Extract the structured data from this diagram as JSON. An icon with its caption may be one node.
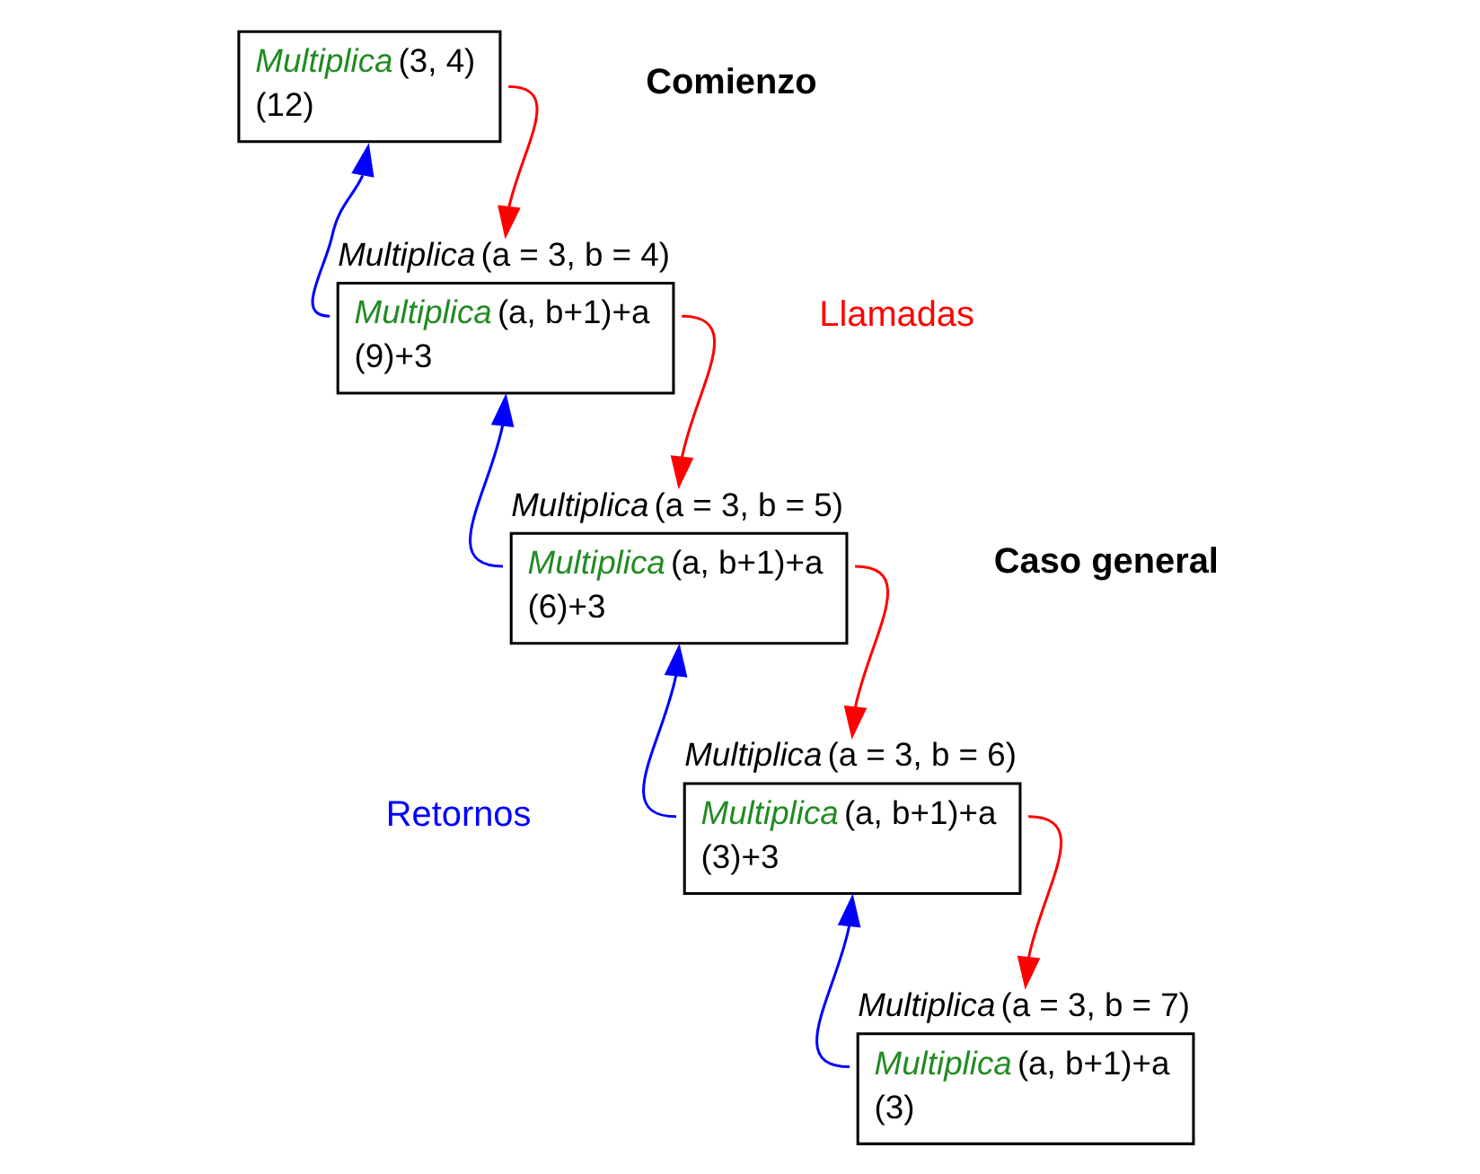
{
  "diagram": {
    "nodes": [
      {
        "text": [
          "*Multiplica* (3, 4)",
          "(12)"
        ]
      },
      {
        "text": [
          "*Multiplica* (a = 3, b = 4)",
          "*Multiplica* (a, b+1)+a",
          "(9)+3"
        ]
      },
      {
        "text": [
          "*Multiplica* (a = 3, b = 5)",
          "*Multiplica* (a, b+1)+a",
          "(6)+3"
        ]
      },
      {
        "text": [
          "*Multiplica* (a = 3, b = 6)",
          "*Multiplica* (a, b+1)+a",
          "(3)+3"
        ]
      },
      {
        "text": [
          "*Multiplica* (a = 3, b = 7)",
          "*Multiplica* (a, b+1)+a",
          "(3)"
        ]
      }
    ],
    "edges": [
      {
        "from": 0,
        "to": 1,
        "arrow": "to",
        "color": "#ff0000"
      },
      {
        "from": 1,
        "to": 0,
        "arrow": "to",
        "color": "#0000ff"
      },
      {
        "from": 1,
        "to": 2,
        "arrow": "to",
        "color": "#ff0000"
      },
      {
        "from": 2,
        "to": 1,
        "arrow": "to",
        "color": "#0000ff"
      },
      {
        "from": 2,
        "to": 3,
        "arrow": "to",
        "color": "#ff0000"
      },
      {
        "from": 3,
        "to": 2,
        "arrow": "to",
        "color": "#0000ff"
      },
      {
        "from": 3,
        "to": 4,
        "arrow": "to",
        "color": "#ff0000"
      },
      {
        "from": 4,
        "to": 3,
        "arrow": "to",
        "color": "#0000ff"
      }
    ],
    "labels": [
      "Comienzo",
      "Llamadas",
      "Caso general",
      "Retornos"
    ]
  }
}
